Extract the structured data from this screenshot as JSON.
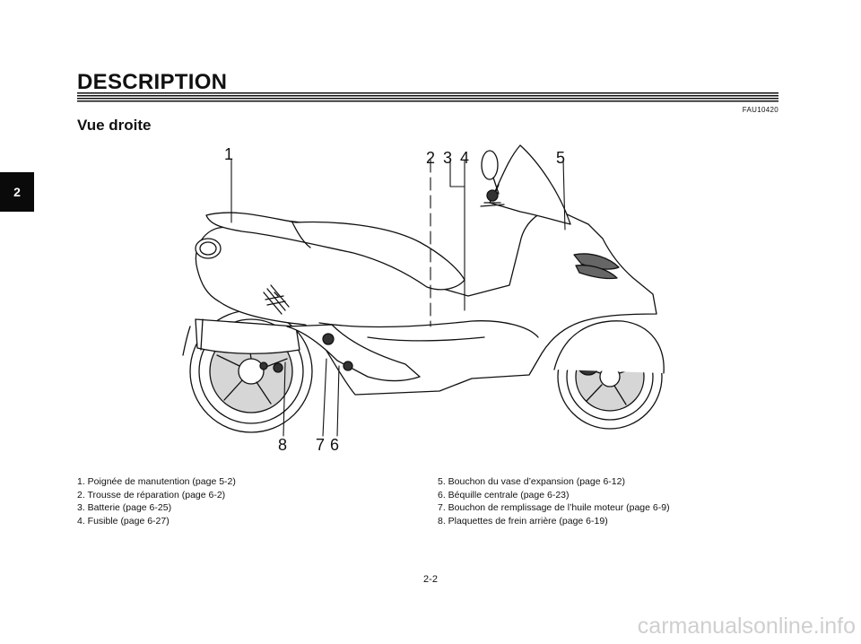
{
  "section_tab": "2",
  "header": {
    "title": "DESCRIPTION",
    "doc_code": "FAU10420"
  },
  "section": {
    "heading": "Vue droite"
  },
  "callouts": [
    "1",
    "2",
    "3",
    "4",
    "5",
    "8",
    "7",
    "6"
  ],
  "legend": {
    "left": [
      "1. Poignée de manutention (page 5-2)",
      "2. Trousse de réparation (page 6-2)",
      "3. Batterie (page 6-25)",
      "4. Fusible (page 6-27)"
    ],
    "right": [
      "5. Bouchon du vase d’expansion (page 6-12)",
      "6. Béquille centrale (page 6-23)",
      "7. Bouchon de remplissage de l’huile moteur (page 6-9)",
      "8. Plaquettes de frein arrière (page 6-19)"
    ]
  },
  "page_number": "2-2",
  "watermark": "carmanualsonline.info"
}
